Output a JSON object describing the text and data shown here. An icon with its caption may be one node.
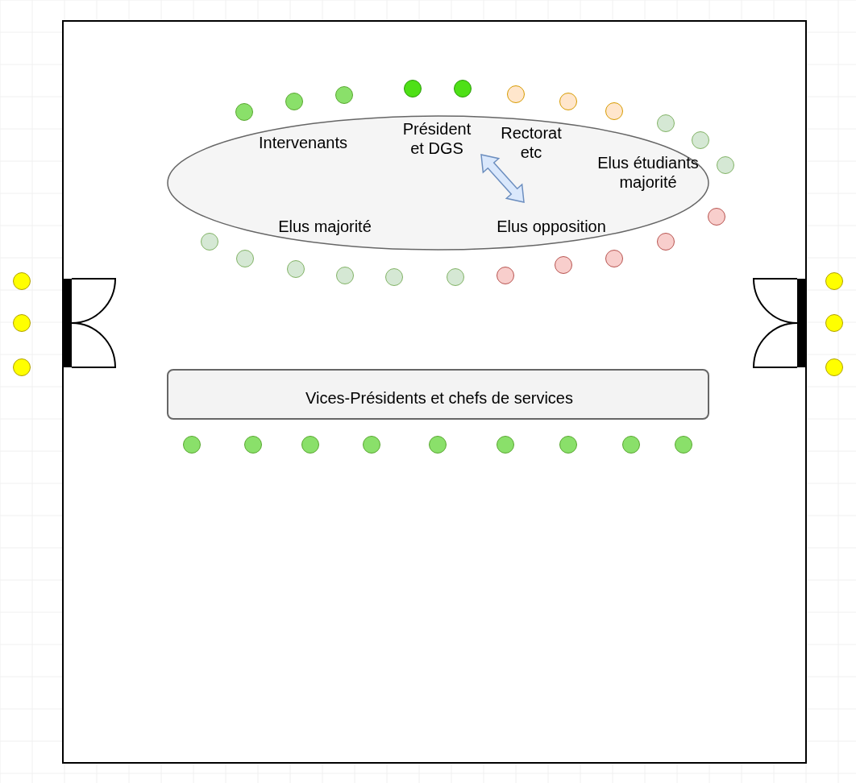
{
  "diagram": {
    "nodes": [
      {
        "text": [],
        "shape": "box"
      },
      {
        "text": [
          "Intervenants",
          "Président et DGS",
          "Rectorat etc",
          "Elus étudiants majorité",
          "Elus majorité",
          "Elus opposition"
        ],
        "in": 0
      },
      {
        "text": [
          "Vices-Présidents et chefs de services"
        ],
        "in": 0
      },
      {
        "text": [],
        "shape": "circle"
      },
      {
        "text": [],
        "shape": "circle"
      },
      {
        "text": [],
        "shape": "circle"
      },
      {
        "text": [],
        "shape": "circle",
        "in": 0
      },
      {
        "text": [],
        "shape": "circle",
        "in": 0
      },
      {
        "text": [],
        "shape": "circle",
        "in": 0
      },
      {
        "text": [],
        "shape": "circle",
        "in": 0
      },
      {
        "text": [],
        "shape": "circle",
        "in": 0
      },
      {
        "text": [],
        "shape": "circle",
        "in": 0
      },
      {
        "text": [],
        "shape": "circle",
        "in": 0
      },
      {
        "text": [],
        "shape": "circle",
        "in": 0
      },
      {
        "text": [],
        "shape": "circle",
        "in": 0
      },
      {
        "text": [],
        "shape": "circle",
        "in": 0
      },
      {
        "text": [],
        "shape": "circle",
        "in": 0
      },
      {
        "text": [],
        "shape": "circle",
        "in": 0
      },
      {
        "text": [],
        "shape": "circle",
        "in": 0
      },
      {
        "text": [],
        "shape": "circle",
        "in": 0
      },
      {
        "text": [],
        "shape": "circle",
        "in": 0
      },
      {
        "text": [],
        "shape": "circle",
        "in": 0
      },
      {
        "text": [],
        "shape": "circle",
        "in": 0
      },
      {
        "text": [],
        "shape": "circle",
        "in": 0
      },
      {
        "text": [],
        "shape": "circle",
        "in": 0
      },
      {
        "text": [],
        "shape": "circle",
        "in": 0
      },
      {
        "text": [],
        "shape": "circle",
        "in": 0
      },
      {
        "text": [],
        "shape": "circle",
        "in": 0
      },
      {
        "text": [],
        "shape": "circle",
        "in": 0
      },
      {
        "text": [],
        "shape": "circle",
        "in": 0
      },
      {
        "text": [],
        "shape": "circle",
        "in": 0
      },
      {
        "text": [],
        "shape": "circle",
        "in": 0
      },
      {
        "text": [],
        "shape": "circle",
        "in": 0
      },
      {
        "text": [],
        "shape": "circle",
        "in": 0
      },
      {
        "text": [],
        "shape": "circle",
        "in": 0
      },
      {
        "text": [],
        "shape": "circle",
        "in": 0
      },
      {
        "text": [],
        "shape": "circle",
        "in": 0
      },
      {
        "text": [],
        "shape": "circle"
      },
      {
        "text": [],
        "shape": "circle"
      },
      {
        "text": [],
        "shape": "circle"
      }
    ]
  }
}
